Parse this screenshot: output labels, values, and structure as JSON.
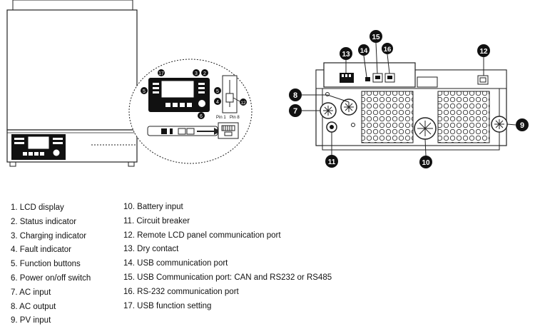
{
  "callouts": {
    "n2": "2",
    "n3": "3",
    "n4": "4",
    "n5": "5",
    "n6": "6",
    "n7": "7",
    "n8": "8",
    "n9": "9",
    "n10": "10",
    "n11": "11",
    "n12": "12",
    "n13": "13",
    "n14": "14",
    "n15": "15",
    "n16": "16",
    "n17": "17",
    "pin1": "Pin 1",
    "pin8": "Pin 8"
  },
  "legend_left": [
    "1. LCD display",
    "2. Status indicator",
    "3. Charging indicator",
    "4. Fault indicator",
    "5. Function buttons",
    "6. Power on/off switch",
    "7. AC input",
    "8. AC output",
    "9. PV input"
  ],
  "legend_right": [
    "10. Battery input",
    "11. Circuit breaker",
    "12. Remote LCD panel communication port",
    "13. Dry contact",
    "14. USB communication port",
    "15. USB Communication port: CAN and RS232 or RS485",
    "16. RS-232 communication port",
    "17. USB function setting"
  ],
  "colors": {
    "line": "#222222",
    "fill_dark": "#111111",
    "panel": "#f5f5f5"
  }
}
